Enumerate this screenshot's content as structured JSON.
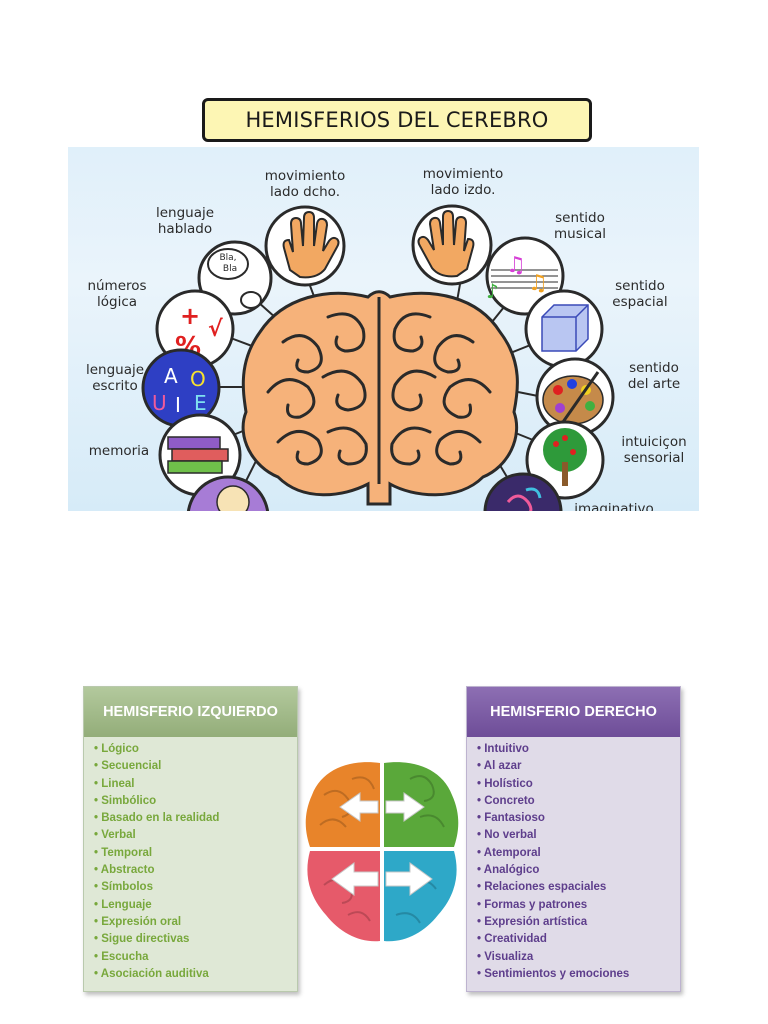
{
  "top": {
    "title": "HEMISFERIOS DEL CEREBRO",
    "left_labels": {
      "movimiento_dcho": "movimiento\nlado dcho.",
      "lenguaje_hablado": "lenguaje\nhablado",
      "numeros_logica": "números\nlógica",
      "lenguaje_escrito": "lenguaje\nescrito",
      "memoria": "memoria"
    },
    "right_labels": {
      "movimiento_izdo": "movimiento\nlado izdo.",
      "sentido_musical": "sentido\nmusical",
      "sentido_espacial": "sentido\nespacial",
      "sentido_arte": "sentido\ndel arte",
      "intuicion_sensorial": "intuiciçon\nsensorial",
      "imaginativo": "imaginativo"
    },
    "bubble_text": "Bla,\nBla",
    "math_symbols": {
      "plus": "+",
      "percent": "%",
      "root": "√"
    },
    "vowels": {
      "a": "A",
      "o": "O",
      "u": "U",
      "i": "I",
      "e": "E"
    }
  },
  "left_hemisphere": {
    "title": "HEMISFERIO IZQUIERDO",
    "items": [
      "• Lógico",
      "• Secuencial",
      "• Lineal",
      "• Simbólico",
      "• Basado en la realidad",
      "• Verbal",
      "• Temporal",
      "• Abstracto",
      "• Símbolos",
      "• Lenguaje",
      "• Expresión oral",
      "• Sigue directivas",
      "• Escucha",
      "• Asociación auditiva"
    ]
  },
  "right_hemisphere": {
    "title": "HEMISFERIO DERECHO",
    "items": [
      "• Intuitivo",
      "• Al azar",
      "• Holístico",
      "• Concreto",
      "• Fantasioso",
      "• No verbal",
      "• Atemporal",
      "• Analógico",
      "• Relaciones espaciales",
      "• Formas y patrones",
      "• Expresión artística",
      "• Creatividad",
      "• Visualiza",
      "• Sentimientos y emociones"
    ]
  },
  "colors": {
    "left_header": "#93ad79",
    "left_text": "#78a83c",
    "right_header": "#6e4d98",
    "right_text": "#5e3e8c",
    "brain_orange": "#f6b27a",
    "title_yellow": "#fdf6b4"
  },
  "icons": [
    "hand-icon",
    "speech-bubble-icon",
    "math-symbols-icon",
    "vowels-icon",
    "books-icon",
    "face-icon",
    "music-notes-icon",
    "cube-icon",
    "paint-palette-icon",
    "tree-icon",
    "swirl-art-icon",
    "brain-icon",
    "arrow-icon"
  ]
}
